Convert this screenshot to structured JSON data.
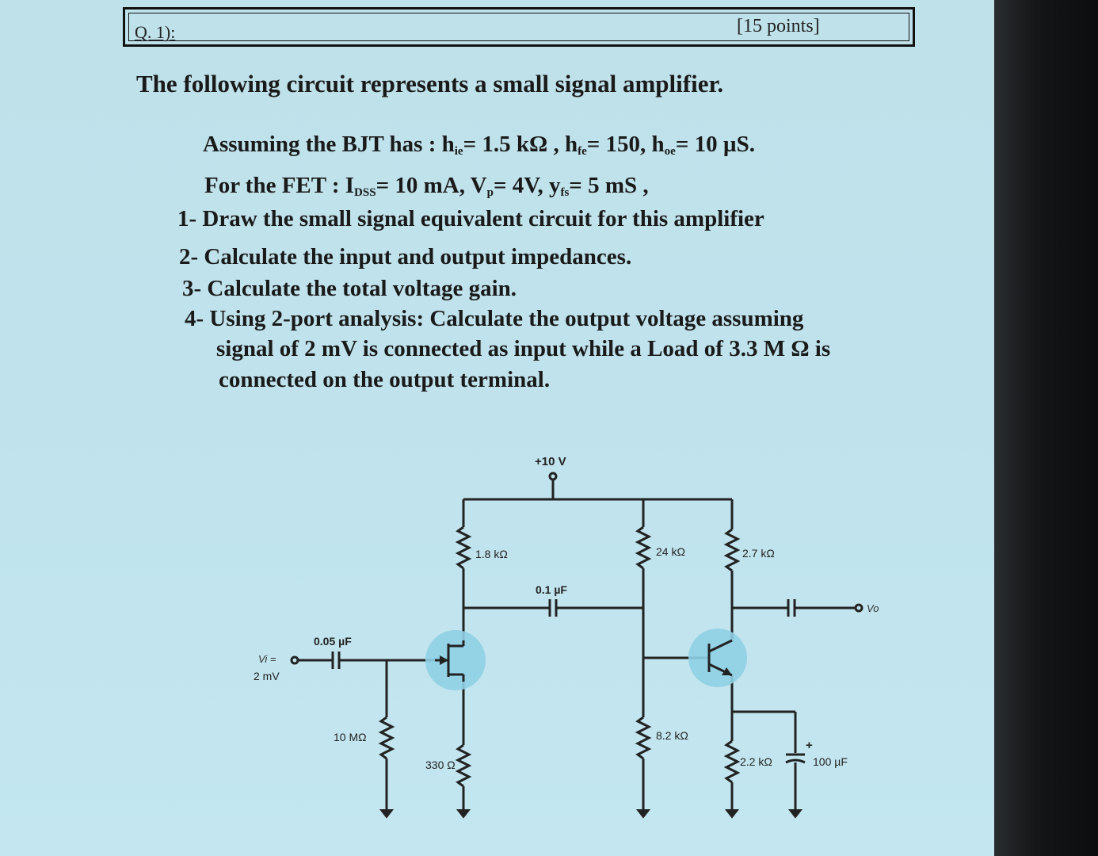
{
  "header": {
    "question": "Q. 1):",
    "points": "[15 points]"
  },
  "intro": "The following circuit represents a small signal amplifier.",
  "bjt": {
    "prefix": "Assuming the BJT has :  h",
    "hie_sub": "ie",
    "hie_val": "= 1.5 kΩ , h",
    "hfe_sub": "fe",
    "hfe_val": "= 150, h",
    "hoe_sub": "oe",
    "hoe_val": "= 10 µS."
  },
  "fet": {
    "prefix": "For the FET : I",
    "idss_sub": "DSS",
    "idss_val": "= 10 mA, V",
    "vp_sub": "p",
    "vp_val": "= 4V, y",
    "yfs_sub": "fs",
    "yfs_val": "= 5 mS ,"
  },
  "tasks": [
    "1- Draw the small signal equivalent circuit for this amplifier",
    "2- Calculate the input and output impedances.",
    "3- Calculate the total voltage gain.",
    "4- Using 2-port analysis: Calculate the output voltage assuming",
    "signal of 2 mV is connected as input while a Load of 3.3 M Ω is",
    "connected on the output terminal."
  ],
  "circuit": {
    "supply": "+10 V",
    "rd": "1.8 kΩ",
    "coupling_cap": "0.1 µF",
    "r1": "24 kΩ",
    "rc": "2.7 kΩ",
    "vo": "Vo",
    "cin": "0.05 µF",
    "vi_label": "Vi =",
    "vi_val": "2 mV",
    "rg": "10 MΩ",
    "rs": "330 Ω",
    "r2": "8.2 kΩ",
    "re": "2.2 kΩ",
    "ce": "100 µF",
    "ce_plus": "+",
    "highlight": "#8fcfe4"
  }
}
